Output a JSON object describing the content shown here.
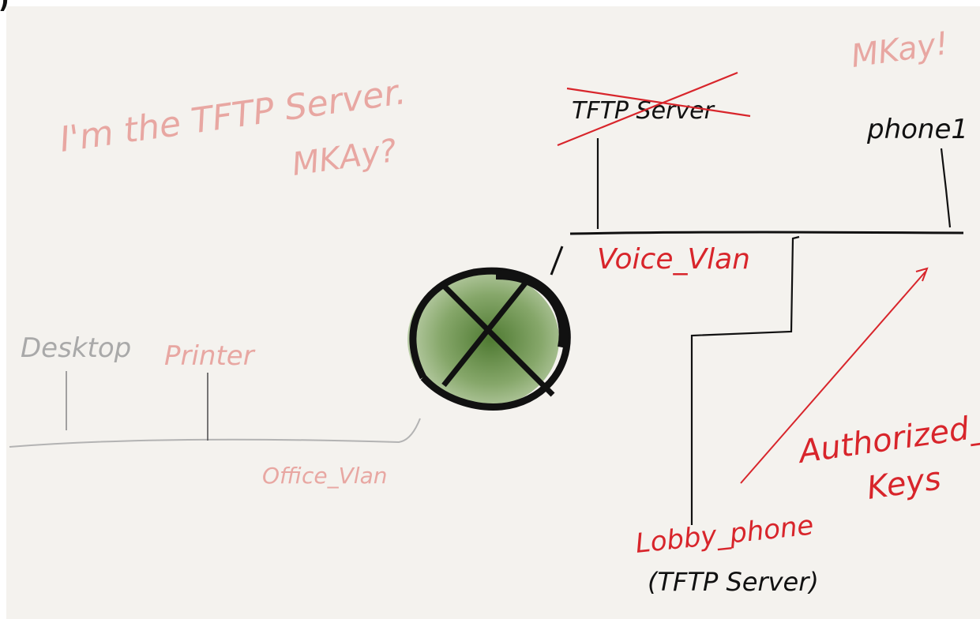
{
  "corner_mark": ")",
  "labels": {
    "mkay_exclaim": "MKay!",
    "tftp_claim_line1": "I'm the TFTP Server.",
    "tftp_claim_line2": "MKAy?",
    "tftp_server_crossed": "TFTP Server",
    "phone1": "phone1",
    "voice_vlan": "Voice_Vlan",
    "desktop": "Desktop",
    "printer": "Printer",
    "office_vlan": "Office_Vlan",
    "authorized_keys_line1": "Authorized_",
    "authorized_keys_line2": "Keys",
    "lobby_phone": "Lobby_phone",
    "lobby_phone_role": "(TFTP Server)"
  },
  "colors": {
    "background": "#f4f2ee",
    "ink_black": "#111111",
    "ink_red": "#d8252b",
    "ink_pink": "#e8a7a2",
    "ink_grey": "#a9a9a9",
    "switch_green_light": "#a9c48c",
    "switch_green_dark": "#4f7a32"
  },
  "icons": {
    "switch": "router-switch-icon"
  }
}
